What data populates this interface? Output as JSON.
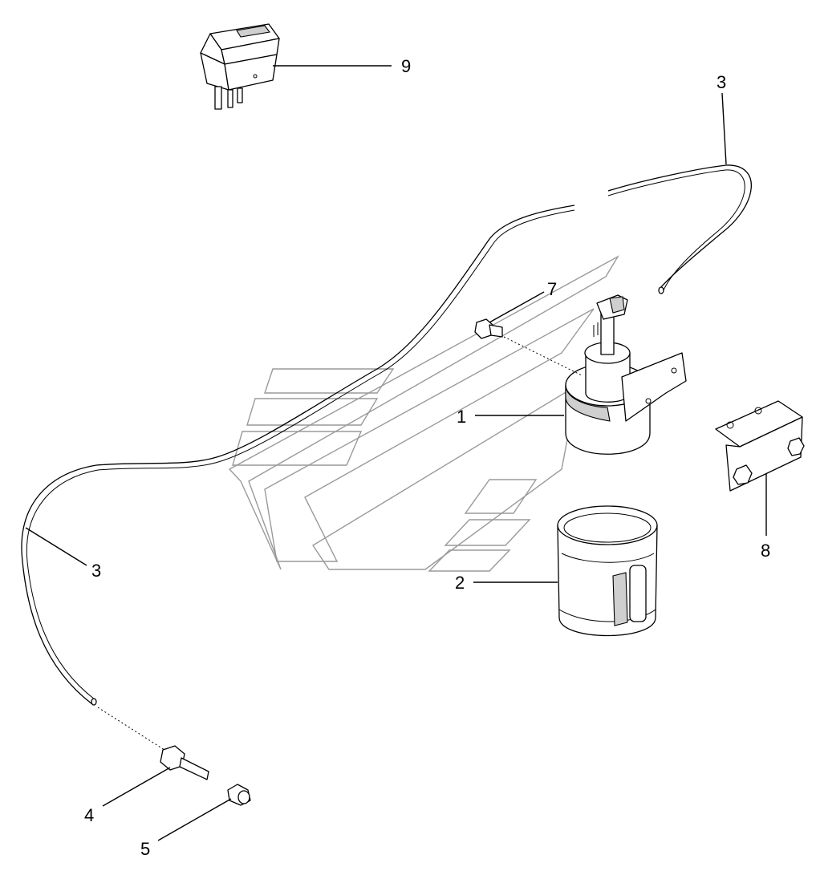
{
  "callouts": {
    "c1": "1",
    "c2": "2",
    "c3_top": "3",
    "c3_left": "3",
    "c4": "4",
    "c5": "5",
    "c7": "7",
    "c8": "8",
    "c9": "9"
  },
  "parts": [
    {
      "id": "1",
      "icon": "fluid-reservoir-pump-icon"
    },
    {
      "id": "2",
      "icon": "reservoir-sleeve-icon"
    },
    {
      "id": "3",
      "icon": "hose-line-icon"
    },
    {
      "id": "4",
      "icon": "nozzle-fitting-icon"
    },
    {
      "id": "5",
      "icon": "cap-nut-icon"
    },
    {
      "id": "7",
      "icon": "bolt-icon"
    },
    {
      "id": "8",
      "icon": "mounting-bracket-icon"
    },
    {
      "id": "9",
      "icon": "rocker-switch-icon"
    }
  ]
}
